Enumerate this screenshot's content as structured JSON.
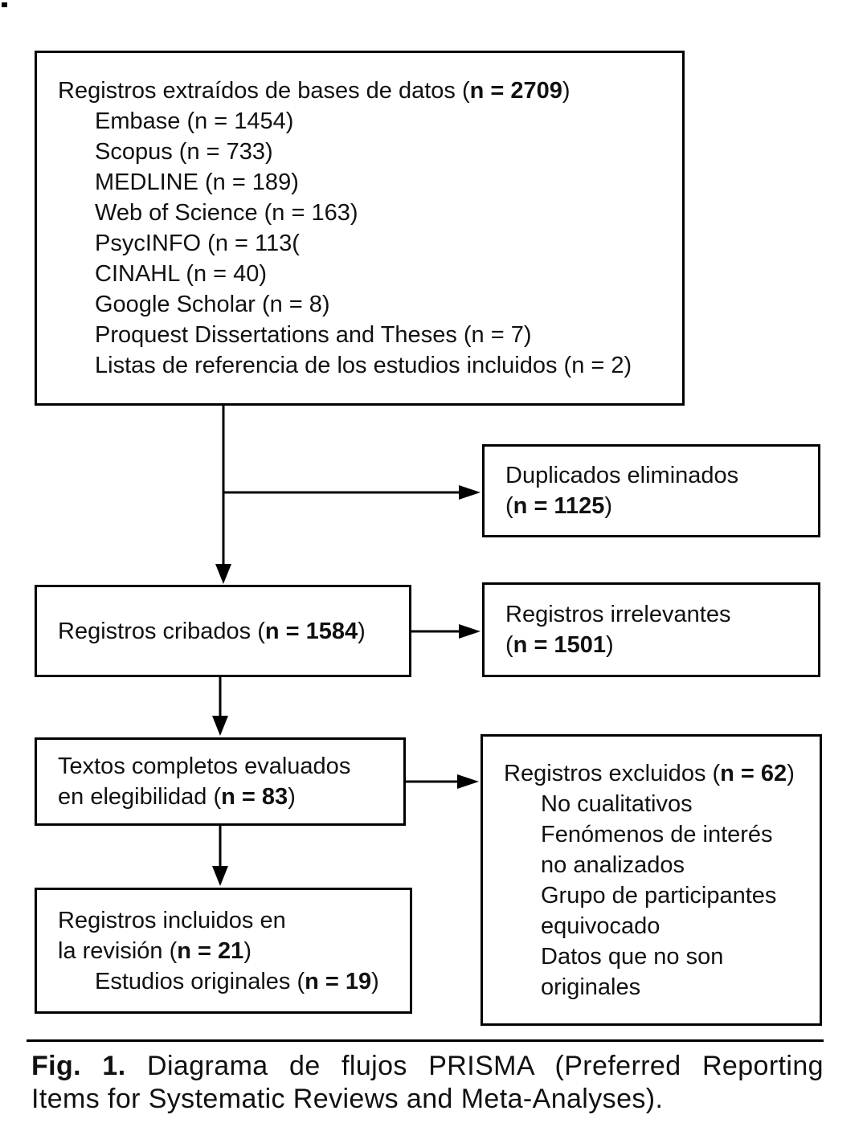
{
  "figure": {
    "caption": {
      "label": "Fig. 1.",
      "line1": "Diagrama de flujos PRISMA (Preferred Reporting",
      "line2": "Items for Systematic Reviews and Meta-Analyses)."
    }
  },
  "boxes": {
    "identification": {
      "title_prefix": "Registros extraídos de bases de datos (",
      "title_bold": "n = 2709",
      "title_suffix": ")",
      "items": [
        "Embase (n = 1454)",
        "Scopus (n = 733)",
        "MEDLINE (n = 189)",
        "Web of Science (n = 163)",
        "PsycINFO (n = 113(",
        "CINAHL (n = 40)",
        "Google Scholar (n = 8)",
        "Proquest Dissertations and Theses (n = 7)",
        "Listas de referencia de los estudios incluidos (n = 2)"
      ]
    },
    "duplicates": {
      "line1": "Duplicados eliminados",
      "line2_prefix": "(",
      "line2_bold": "n = 1125",
      "line2_suffix": ")"
    },
    "screened": {
      "prefix": "Registros cribados (",
      "bold": "n = 1584",
      "suffix": ")"
    },
    "irrelevant": {
      "line1": "Registros irrelevantes",
      "line2_prefix": "(",
      "line2_bold": "n = 1501",
      "line2_suffix": ")"
    },
    "fulltext": {
      "line1": "Textos completos evaluados",
      "line2_prefix": "en elegibilidad (",
      "line2_bold": "n = 83",
      "line2_suffix": ")"
    },
    "excluded": {
      "title_prefix": "Registros excluidos (",
      "title_bold": "n = 62",
      "title_suffix": ")",
      "items": [
        "No cualitativos",
        "Fenómenos de interés",
        "no analizados",
        "Grupo de participantes",
        "equivocado",
        "Datos que no son",
        "originales"
      ]
    },
    "included": {
      "line1": "Registros incluidos en",
      "line2_prefix": "la revisión (",
      "line2_bold": "n = 21",
      "line2_suffix": ")",
      "line3_prefix": "Estudios originales (",
      "line3_bold": "n = 19",
      "line3_suffix": ")"
    }
  },
  "colors": {
    "background": "#ffffff",
    "text": "#111111",
    "border": "#000000"
  }
}
